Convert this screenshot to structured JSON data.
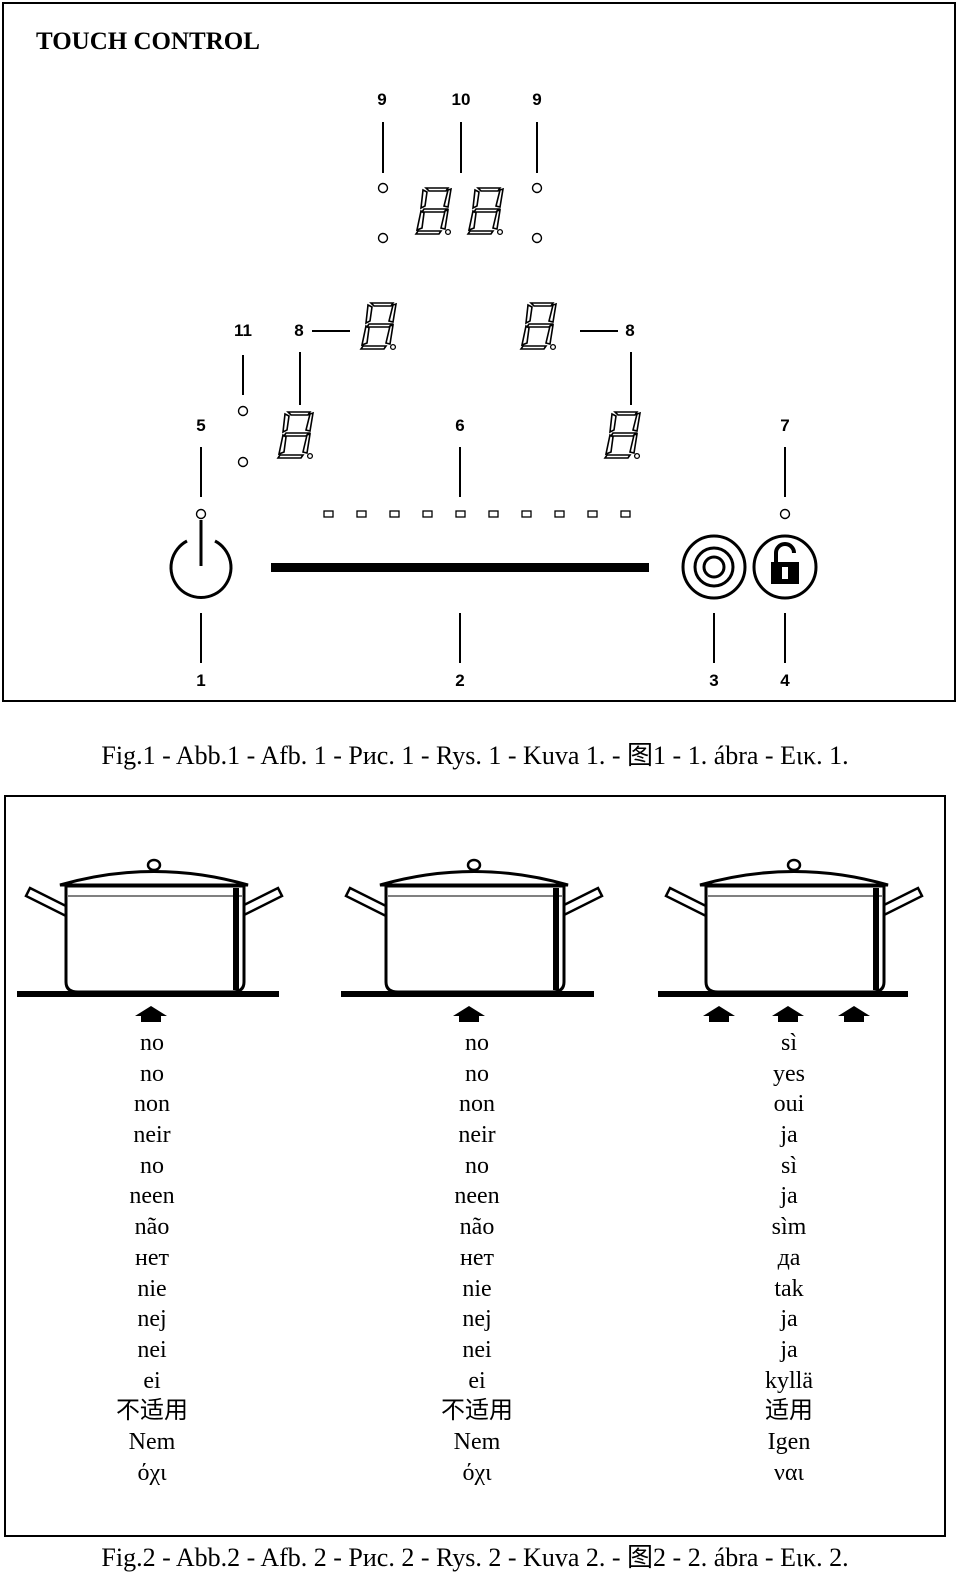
{
  "fig1": {
    "title": "TOUCH CONTROL",
    "callouts": {
      "n1": "1",
      "n2": "2",
      "n3": "3",
      "n4": "4",
      "n5": "5",
      "n6": "6",
      "n7": "7",
      "n8": "8",
      "n9": "9",
      "n10": "10",
      "n11": "11"
    },
    "caption": "Fig.1 - Abb.1 - Afb. 1 - Рис. 1 - Rys. 1 - Kuva 1. - 图1 - 1. ábra - Εικ. 1.",
    "icons": [
      "power-icon",
      "boost-icon",
      "lock-icon",
      "seven-segment-display-icon"
    ]
  },
  "fig2": {
    "columns": [
      {
        "answers": [
          "no",
          "no",
          "non",
          "neir",
          "no",
          "neen",
          "não",
          "нет",
          "nie",
          "nej",
          "nei",
          "ei",
          "不适用",
          "Nem",
          "όχι"
        ]
      },
      {
        "answers": [
          "no",
          "no",
          "non",
          "neir",
          "no",
          "neen",
          "não",
          "нет",
          "nie",
          "nej",
          "nei",
          "ei",
          "不适用",
          "Nem",
          "όχι"
        ]
      },
      {
        "answers": [
          "sì",
          "yes",
          "oui",
          "ja",
          "sì",
          "ja",
          "sìm",
          "да",
          "tak",
          "ja",
          "ja",
          "kyllä",
          "适用",
          "Igen",
          "ναι"
        ]
      }
    ],
    "caption": "Fig.2 - Abb.2 - Afb. 2 - Рис. 2 - Rys. 2 - Kuva 2. - 图2 - 2. ábra - Εικ. 2.",
    "icons": [
      "pot-icon",
      "hob-surface-icon",
      "arrow-up-icon"
    ]
  }
}
